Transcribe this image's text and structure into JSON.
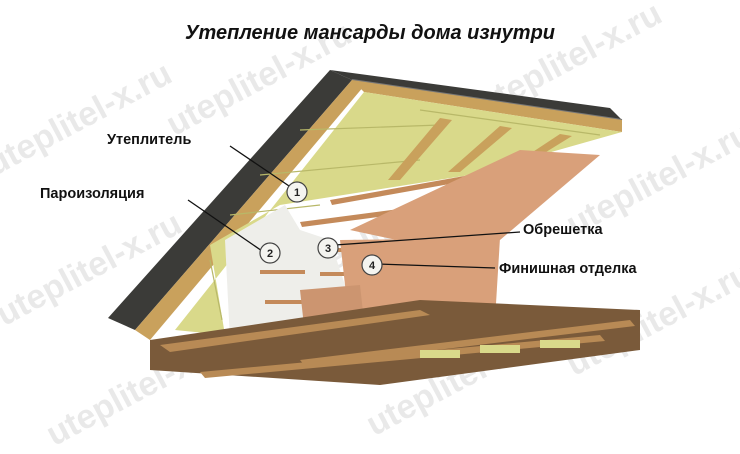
{
  "title": "Утепление мансарды дома изнутри",
  "watermark": "uteplitel-x.ru",
  "labels": {
    "insulation": "Утеплитель",
    "vapor_barrier": "Пароизоляция",
    "battens": "Обрешетка",
    "finish": "Финишная отделка"
  },
  "markers": [
    "1",
    "2",
    "3",
    "4"
  ],
  "colors": {
    "roof_dark": "#3b3b38",
    "rafter": "#c9a15c",
    "insulation": "#d9d98a",
    "vapor": "#eeeeea",
    "finish": "#d9a07a",
    "floor": "#7a5a3a"
  }
}
